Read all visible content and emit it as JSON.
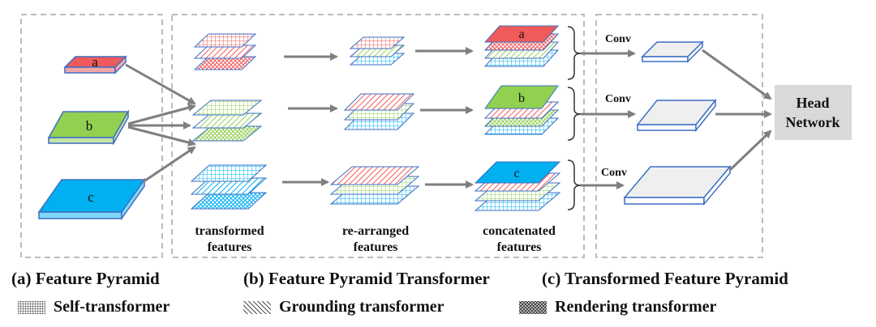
{
  "pyramid_labels": {
    "a": "a",
    "b": "b",
    "c": "c"
  },
  "stage_labels": {
    "transformed_1": "transformed",
    "transformed_2": "features",
    "rearranged_1": "re-arranged",
    "rearranged_2": "features",
    "concatenated_1": "concatenated",
    "concatenated_2": "features"
  },
  "conv_label": "Conv",
  "head": {
    "line1": "Head",
    "line2": "Network"
  },
  "captions": {
    "a": "(a) Feature Pyramid",
    "b": "(b) Feature Pyramid Transformer",
    "c": "(c) Transformed Feature Pyramid"
  },
  "legend": [
    {
      "label": "Self-transformer",
      "pattern": "self-icon"
    },
    {
      "label": "Grounding transformer",
      "pattern": "grounding-icon"
    },
    {
      "label": "Rendering transformer",
      "pattern": "rendering-icon"
    }
  ],
  "colors": {
    "red": "#f05a5a",
    "green": "#92d050",
    "cyan": "#00b0f0",
    "edge": "#3c6fc4",
    "arrow": "#7f7f7f",
    "head_box": "#d9d9d9",
    "dashed_border": "#a6a6a6"
  }
}
